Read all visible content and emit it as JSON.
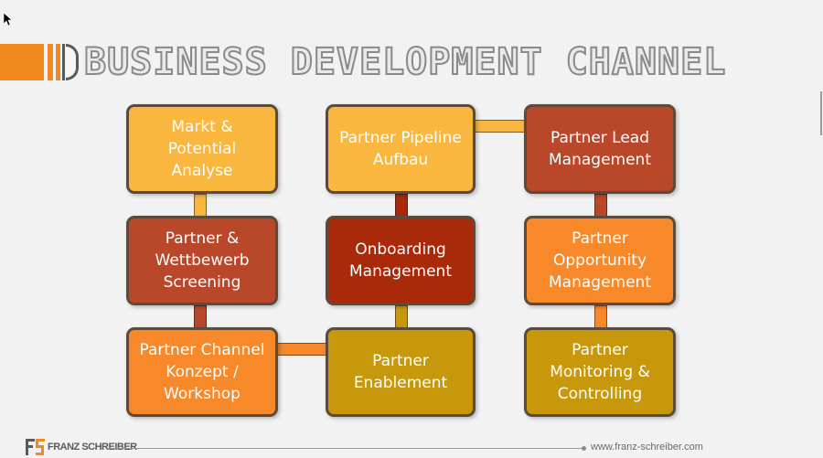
{
  "header": {
    "title": "BUSINESS DEVELOPMENT CHANNEL"
  },
  "boxes": [
    {
      "id": "markt",
      "label": "Markt &\nPotential\nAnalyse",
      "color": "#f9b740"
    },
    {
      "id": "partner-pipeline",
      "label": "Partner Pipeline\nAufbau",
      "color": "#f9b740"
    },
    {
      "id": "partner-lead",
      "label": "Partner Lead\nManagement",
      "color": "#b9482a"
    },
    {
      "id": "partner-wettbewerb",
      "label": "Partner &\nWettbewerb\nScreening",
      "color": "#b9482a"
    },
    {
      "id": "onboarding",
      "label": "Onboarding\nManagement",
      "color": "#a82a0a"
    },
    {
      "id": "partner-opportunity",
      "label": "Partner\nOpportunity\nManagement",
      "color": "#f7892a"
    },
    {
      "id": "partner-channel",
      "label": "Partner Channel\nKonzept /\nWorkshop",
      "color": "#f7892a"
    },
    {
      "id": "partner-enablement",
      "label": "Partner\nEnablement",
      "color": "#c8980c"
    },
    {
      "id": "partner-monitoring",
      "label": "Partner\nMonitoring &\nControlling",
      "color": "#c8980c"
    }
  ],
  "connector_colors": {
    "light": "#f9b740",
    "rust": "#b9482a",
    "dark": "#a82a0a",
    "orange": "#f7892a",
    "gold": "#c8980c"
  },
  "footer": {
    "logo_text": "FRANZ SCHREIBER",
    "url": "www.franz-schreiber.com",
    "accent": "#f08a1f"
  }
}
